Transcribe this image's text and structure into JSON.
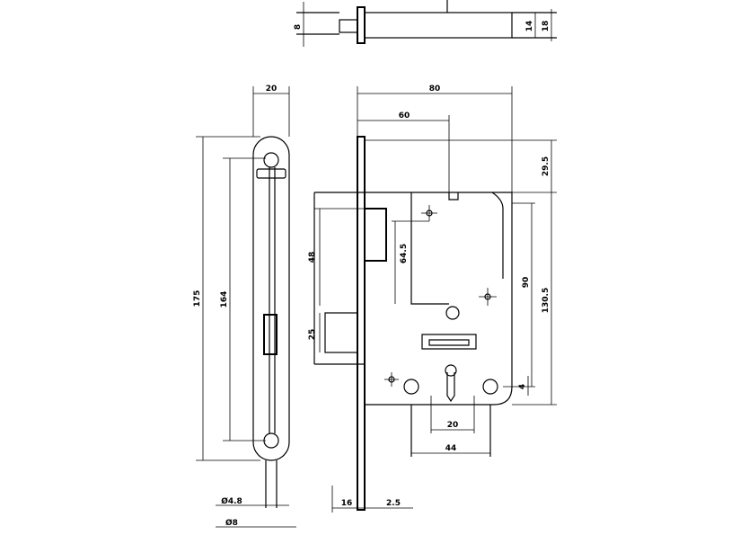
{
  "dimensions": {
    "top_a": "8",
    "top_b": "14",
    "top_c": "18",
    "faceplate_width": "20",
    "faceplate_height": "175",
    "hole_spacing": "164",
    "body_width": "80",
    "backset": "60",
    "top_offset": "29.5",
    "latch_height": "48",
    "deadbolt_height": "25",
    "follower_to_key": "64.5",
    "follower_to_bottom": "90",
    "body_height": "130.5",
    "small_bottom": "4",
    "bottom_inner": "20",
    "bottom_outer": "44",
    "plate_thickness": "16",
    "plate_offset": "2.5",
    "screw_dia": "Ø4.8",
    "screw_pitch": "Ø8"
  }
}
